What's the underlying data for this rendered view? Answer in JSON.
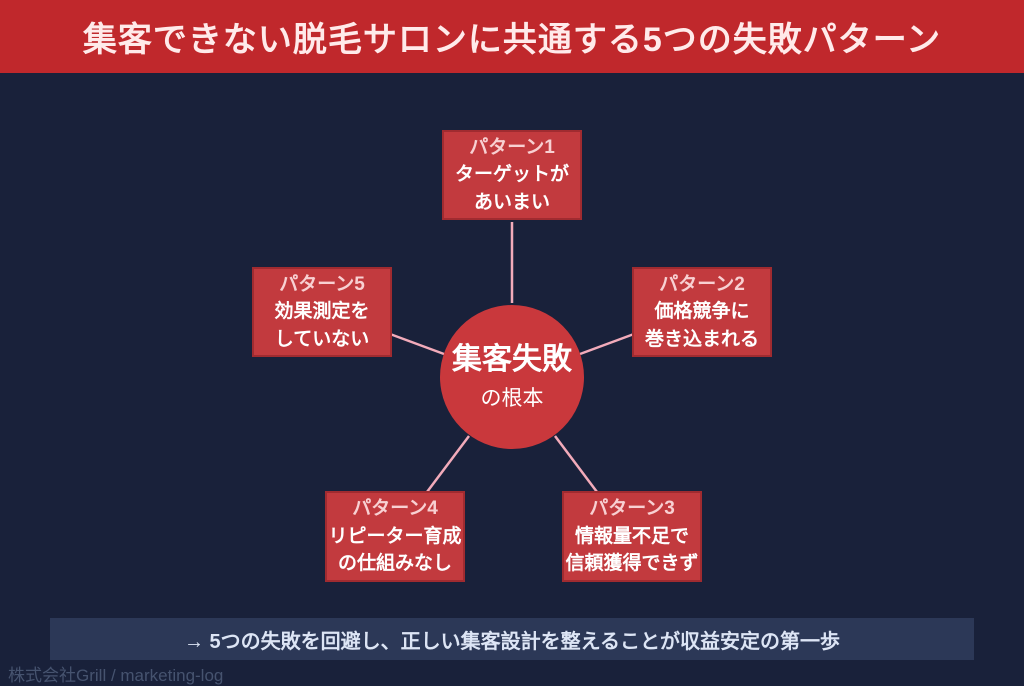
{
  "header": {
    "title": "集客できない脱毛サロンに共通する5つの失敗パターン"
  },
  "center": {
    "title": "集客失敗",
    "subtitle": "の根本"
  },
  "patterns": [
    {
      "label": "パターン1",
      "lines": [
        "ターゲットが",
        "あいまい"
      ]
    },
    {
      "label": "パターン2",
      "lines": [
        "価格競争に",
        "巻き込まれる"
      ]
    },
    {
      "label": "パターン3",
      "lines": [
        "情報量不足で",
        "信頼獲得できず"
      ]
    },
    {
      "label": "パターン4",
      "lines": [
        "リピーター育成",
        "の仕組みなし"
      ]
    },
    {
      "label": "パターン5",
      "lines": [
        "効果測定を",
        "していない"
      ]
    }
  ],
  "conclusion": {
    "text": "→ 5つの失敗を回避し、正しい集客設計を整えることが収益安定の第一歩"
  },
  "footer": {
    "credit": "株式会社Grill / marketing-log"
  },
  "colors": {
    "background_navy": "#19213a",
    "header_red": "#c0282c",
    "box_red": "#c23a3e",
    "box_border_red": "#a02b30",
    "circle_red": "#c9383c",
    "connector_pink": "#f2abba",
    "conclusion_bg": "#2c3857",
    "conclusion_text": "#dde5f5",
    "pattern_label_pink": "#f8d0d2",
    "credit_slate": "#46536f"
  }
}
